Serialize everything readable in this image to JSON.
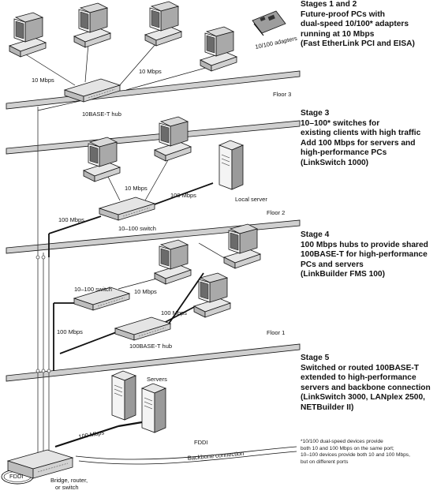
{
  "stages": [
    {
      "lines": [
        "Stages 1 and 2",
        "Future-proof PCs with",
        "dual-speed 10/100* adapters",
        "running at 10 Mbps",
        "(Fast EtherLink PCI and EISA)"
      ]
    },
    {
      "lines": [
        "Stage 3",
        "10–100* switches for",
        "existing clients with high traffic",
        "Add 100 Mbps for servers and",
        "high-performance PCs",
        "(LinkSwitch 1000)"
      ]
    },
    {
      "lines": [
        "Stage 4",
        "100 Mbps hubs to provide shared",
        "100BASE-T for high-performance",
        "PCs and servers",
        "(LinkBuilder FMS 100)"
      ]
    },
    {
      "lines": [
        "Stage 5",
        "Switched or routed 100BASE-T",
        "extended to high-performance",
        "servers and backbone connection",
        "(LinkSwitch 3000, LANplex 2500,",
        "NETBuilder II)"
      ]
    }
  ],
  "footnote": [
    "*10/100 dual-speed devices provide",
    "both 10 and 100 Mbps on the same port;",
    "10–100 devices provide both 10 and 100 Mbps,",
    "but on different ports"
  ],
  "labels": {
    "adapters": "10/100 adapters",
    "s1_10mbps_left": "10 Mbps",
    "s1_10mbps_right": "10 Mbps",
    "hub_10baset": "10BASE-T hub",
    "floor3": "Floor 3",
    "s3_10mbps": "10 Mbps",
    "s3_100mbps_right": "100 Mbps",
    "local_server": "Local server",
    "s3_100mbps_left": "100 Mbps",
    "switch_10_100": "10–100 switch",
    "floor2": "Floor 2",
    "s4_switch": "10–100  switch",
    "s4_10mbps": "10 Mbps",
    "s4_100mbps_hub": "100 Mbps",
    "s4_100mbps_left": "100 Mbps",
    "hub_100baset": "100BASE-T hub",
    "floor1": "Floor 1",
    "servers": "Servers",
    "s5_100mbps": "100 Mbps",
    "fddi_right": "FDDI",
    "backbone": "Backbone connection",
    "fddi_left": "FDDI",
    "bridge1": "Bridge, router,",
    "bridge2": "or switch"
  }
}
